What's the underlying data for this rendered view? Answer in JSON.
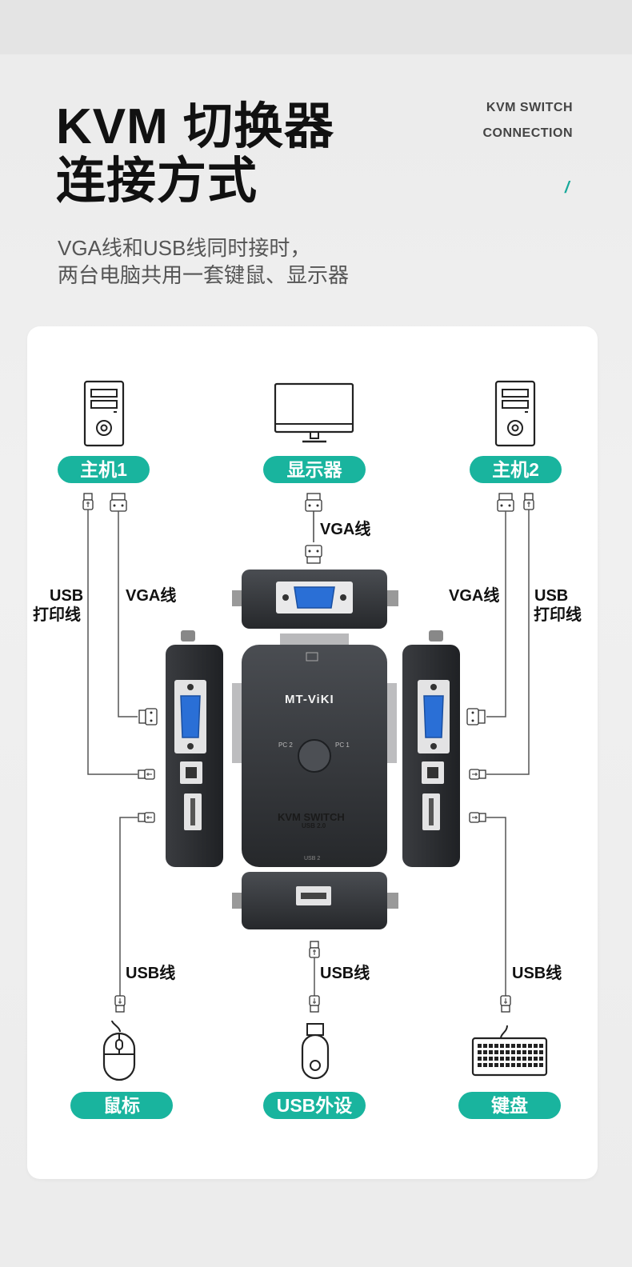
{
  "header": {
    "title_line1": "KVM 切换器",
    "title_line2": "连接方式",
    "en_line1": "KVM SWITCH",
    "en_line2": "CONNECTION",
    "slash": "/",
    "subtitle_line1": "VGA线和USB线同时接时，",
    "subtitle_line2": "两台电脑共用一套键鼠、显示器"
  },
  "devices": {
    "host1": "主机1",
    "monitor": "显示器",
    "host2": "主机2",
    "mouse": "鼠标",
    "usb_peripheral": "USB外设",
    "keyboard": "键盘"
  },
  "cables": {
    "vga_top": "VGA线",
    "usb_left_1": "USB",
    "usb_left_2": "打印线",
    "vga_left": "VGA线",
    "vga_right": "VGA线",
    "usb_right_1": "USB",
    "usb_right_2": "打印线",
    "usb_mouse": "USB线",
    "usb_peripheral": "USB线",
    "usb_keyboard": "USB线"
  },
  "device_text": {
    "brand": "MT-ViKI",
    "model": "KVM SWITCH",
    "usb_version": "USB 2.0",
    "pc2": "PC 2",
    "pc1": "PC 1",
    "usb_port_label": "USB 2"
  },
  "colors": {
    "accent": "#19b49e",
    "device_body": "#2f3236",
    "vga_blue": "#2a6fd6"
  }
}
